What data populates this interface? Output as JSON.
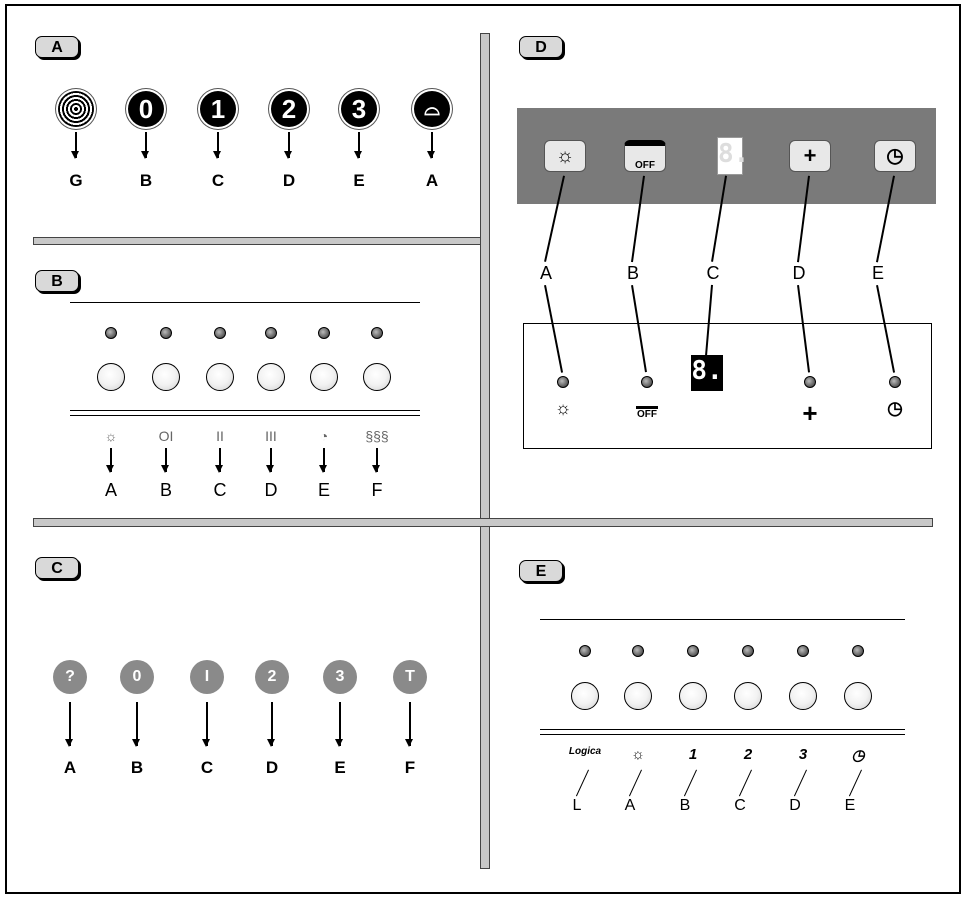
{
  "sections": {
    "a": {
      "tag": "A",
      "symbols": [
        "",
        "0",
        "1",
        "2",
        "3",
        ""
      ],
      "labels": [
        "G",
        "B",
        "C",
        "D",
        "E",
        "A"
      ]
    },
    "b": {
      "tag": "B",
      "symbols": [
        "☼",
        "OI",
        "II",
        "III",
        "◔",
        "§§§"
      ],
      "labels": [
        "A",
        "B",
        "C",
        "D",
        "E",
        "F"
      ]
    },
    "c": {
      "tag": "C",
      "symbols": [
        "?",
        "0",
        "I",
        "2",
        "3",
        "T"
      ],
      "labels": [
        "A",
        "B",
        "C",
        "D",
        "E",
        "F"
      ]
    },
    "d": {
      "tag": "D",
      "keys": [
        "☼",
        "OFF",
        "8.",
        "+",
        "◷"
      ],
      "labels": [
        "A",
        "B",
        "C",
        "D",
        "E"
      ],
      "lower_symbols": [
        "☼",
        "OFF",
        "8.",
        "+",
        "◷"
      ]
    },
    "e": {
      "tag": "E",
      "icons": [
        "Logica",
        "☼",
        "1",
        "2",
        "3",
        "◷"
      ],
      "labels": [
        "L",
        "A",
        "B",
        "C",
        "D",
        "E"
      ]
    }
  }
}
